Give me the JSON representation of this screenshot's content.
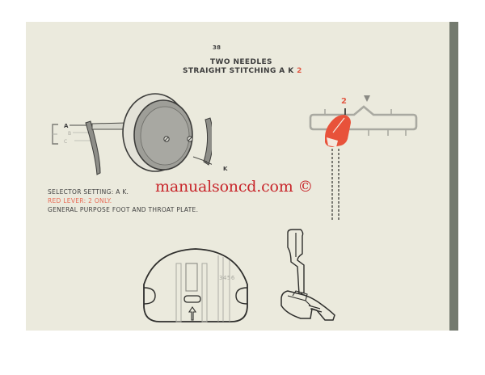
{
  "page": {
    "number": "38",
    "title_line_1": "TWO NEEDLES",
    "title_line_2_prefix": "STRAIGHT STITCHING A K",
    "title_line_2_highlight": "2",
    "background_color": "#ebeadd",
    "accent_color": "#e25a45"
  },
  "instructions": {
    "selector_setting": "SELECTOR SETTING: A K.",
    "red_lever": "RED LEVER: 2 ONLY.",
    "foot_and_plate": "GENERAL PURPOSE FOOT AND THROAT PLATE."
  },
  "watermark": {
    "text": "manualsoncd.com ©",
    "color": "#c8262b"
  },
  "figures": {
    "selector_dial": {
      "labels": [
        "A",
        "B",
        "C",
        "K"
      ]
    },
    "lever_scale": {
      "number_label": "2",
      "pointer_icon": "down-triangle"
    },
    "throat_plate": {
      "numbers": "3456"
    },
    "presser_foot": {
      "label": "general-purpose-foot"
    }
  }
}
